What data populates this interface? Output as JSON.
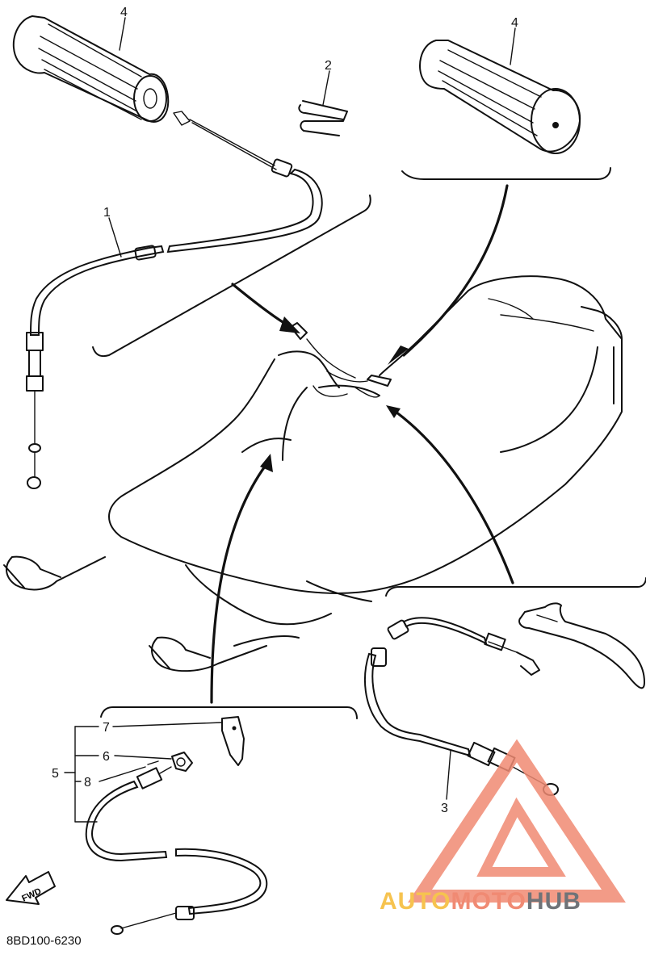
{
  "callouts": {
    "c1": "1",
    "c2": "2",
    "c3": "3",
    "c4_left": "4",
    "c4_right": "4",
    "c5": "5",
    "c6": "6",
    "c7": "7",
    "c8": "8"
  },
  "fwd_label": "FWD",
  "diagram_code": "8BD100-6230",
  "watermark": {
    "part1": "AUTO",
    "part2": "MOTO",
    "part3": "HUB",
    "color_primary": "#f08a73",
    "color_accent": "#f6c34f",
    "color_dark": "#6f7378"
  }
}
